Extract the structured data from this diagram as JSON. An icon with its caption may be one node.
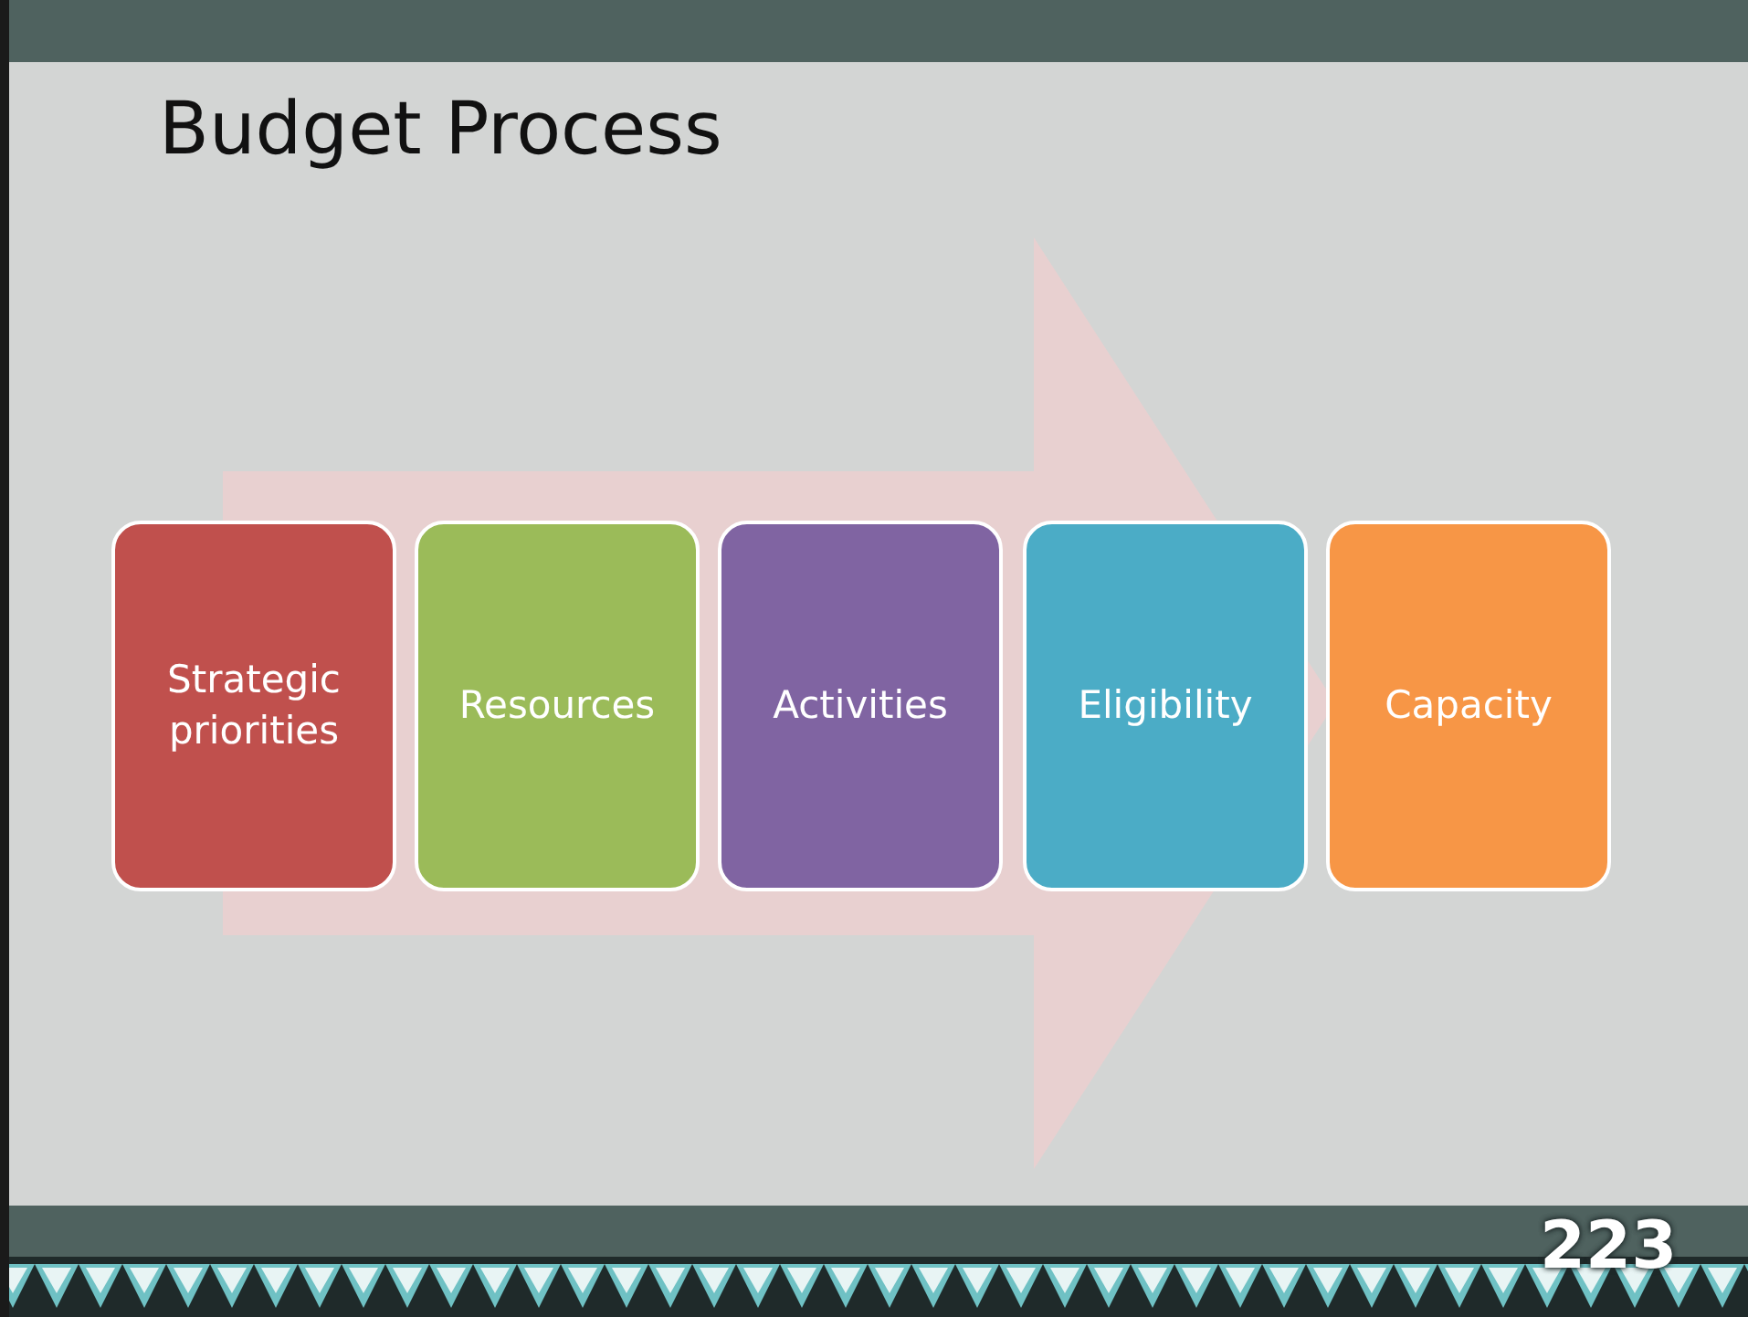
{
  "diagram": {
    "title": "Budget Process",
    "nodes": [
      {
        "text": [
          "Strategic priorities"
        ]
      },
      {
        "text": [
          "Resources"
        ]
      },
      {
        "text": [
          "Activities"
        ]
      },
      {
        "text": [
          "Eligibility"
        ]
      },
      {
        "text": [
          "Capacity"
        ]
      }
    ],
    "edges": [
      {
        "from": 0,
        "to": 4,
        "arrow": "to",
        "style": "thick"
      }
    ],
    "labels": [
      "223"
    ]
  }
}
